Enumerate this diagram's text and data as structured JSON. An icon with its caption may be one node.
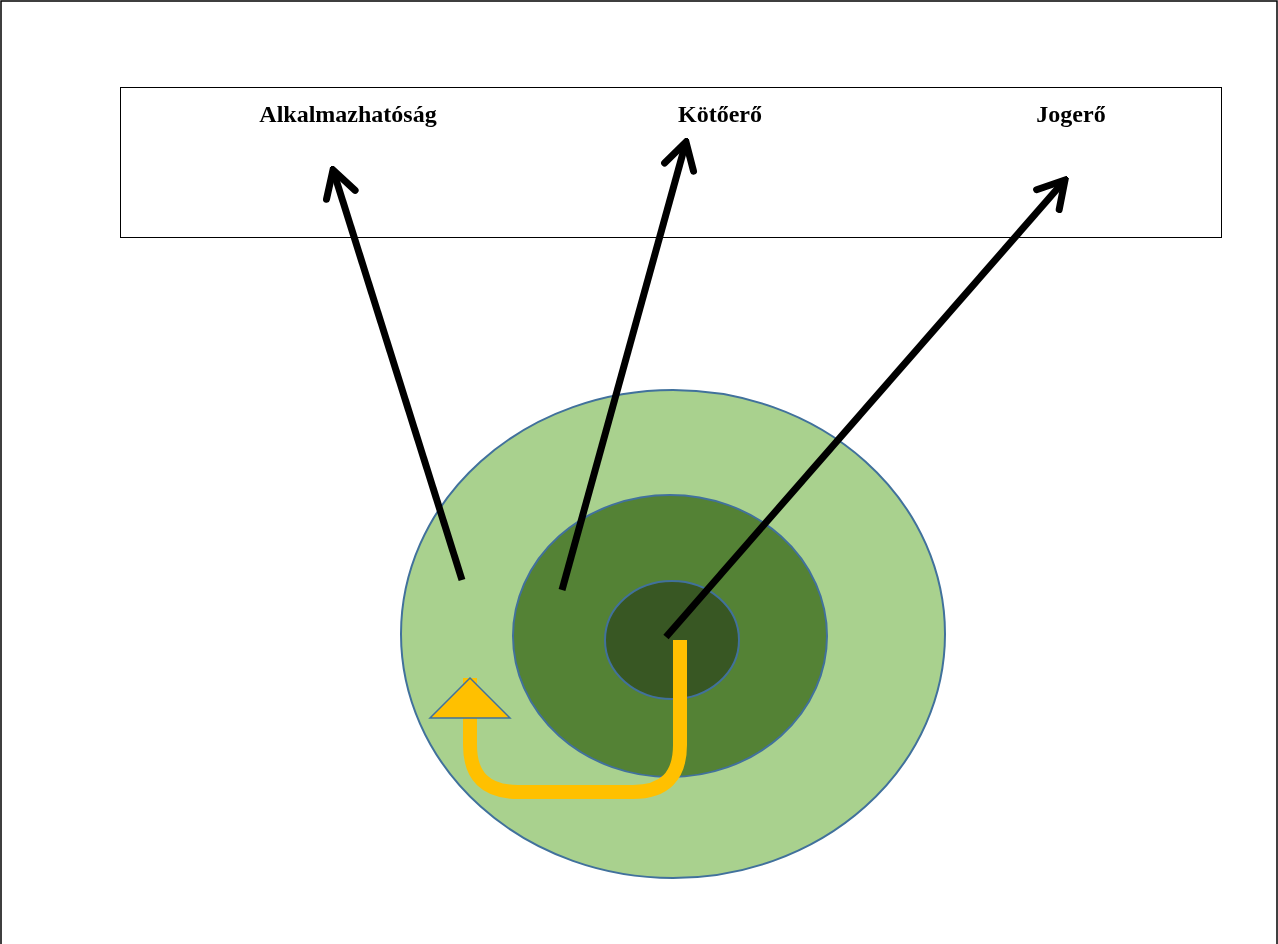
{
  "diagram": {
    "nodes": [
      {
        "text": [],
        "shape": "box"
      },
      {
        "text": [
          "Alkalmazhatóság"
        ],
        "in": 0
      },
      {
        "text": [
          "Kötőerő"
        ],
        "in": 0
      },
      {
        "text": [
          "Jogerő"
        ],
        "in": 0
      },
      {
        "text": [],
        "shape": "circle"
      },
      {
        "text": [],
        "shape": "circle",
        "in": 4
      },
      {
        "text": [],
        "shape": "circle",
        "in": 5
      }
    ],
    "edges": [
      {
        "from": 4,
        "to": 1,
        "arrow": "to"
      },
      {
        "from": 5,
        "to": 2,
        "arrow": "to"
      },
      {
        "from": 6,
        "to": 3,
        "arrow": "to"
      },
      {
        "from": 6,
        "to": 4,
        "arrow": "to",
        "style": "thick",
        "color": "#ffc000"
      }
    ]
  }
}
